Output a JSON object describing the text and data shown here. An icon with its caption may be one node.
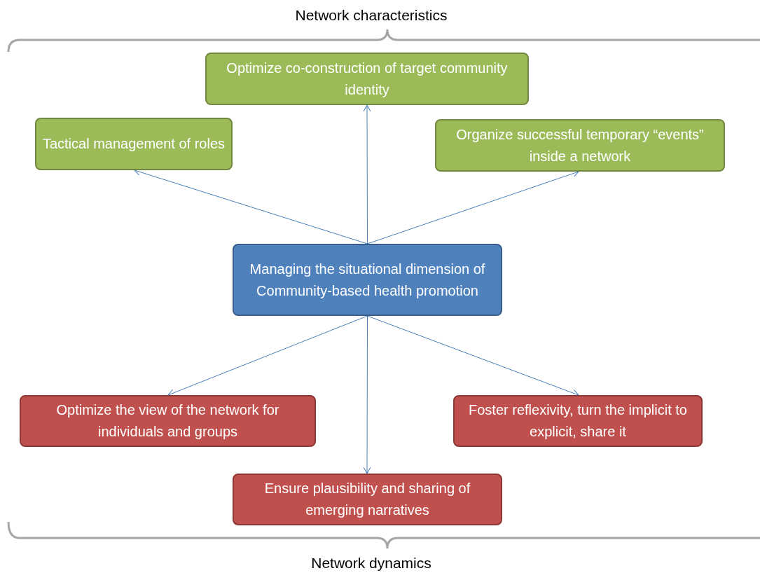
{
  "diagram": {
    "nodes": [
      {
        "text": [
          "Optimize co-construction of target community identity"
        ]
      },
      {
        "text": [
          "Tactical management of roles"
        ]
      },
      {
        "text": [
          "Organize successful temporary “events” inside a network"
        ]
      },
      {
        "text": [
          "Managing the situational dimension of Community-based health promotion"
        ]
      },
      {
        "text": [
          "Optimize the view of the network for individuals and groups"
        ]
      },
      {
        "text": [
          "Foster reflexivity, turn the implicit to explicit, share it"
        ]
      },
      {
        "text": [
          "Ensure plausibility and sharing of emerging narratives"
        ]
      }
    ],
    "edges": [
      {
        "from": 3,
        "to": 0,
        "arrow": "to"
      },
      {
        "from": 3,
        "to": 1,
        "arrow": "to"
      },
      {
        "from": 3,
        "to": 2,
        "arrow": "to"
      },
      {
        "from": 3,
        "to": 4,
        "arrow": "to"
      },
      {
        "from": 3,
        "to": 5,
        "arrow": "to"
      },
      {
        "from": 3,
        "to": 6,
        "arrow": "to"
      }
    ],
    "labels": [
      "Network characteristics",
      "Network dynamics"
    ]
  }
}
